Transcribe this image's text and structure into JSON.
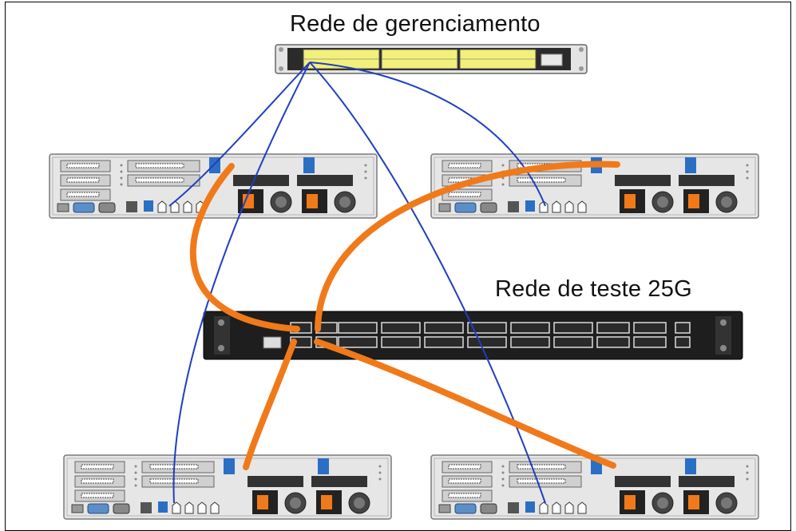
{
  "labels": {
    "management_network": "Rede de gerenciamento",
    "test_network": "Rede de teste 25G"
  },
  "colors": {
    "management_cable": "#1f3fbf",
    "test_cable": "#f07a1a",
    "chassis": "#e3e3e3",
    "switch_dark": "#2b2b2b",
    "switch_port_yellow": "#f2f07a"
  },
  "devices": {
    "management_switch": "management-switch",
    "test_switch": "test-switch-25g",
    "servers": [
      "server-top-left",
      "server-top-right",
      "server-bottom-left",
      "server-bottom-right"
    ]
  }
}
